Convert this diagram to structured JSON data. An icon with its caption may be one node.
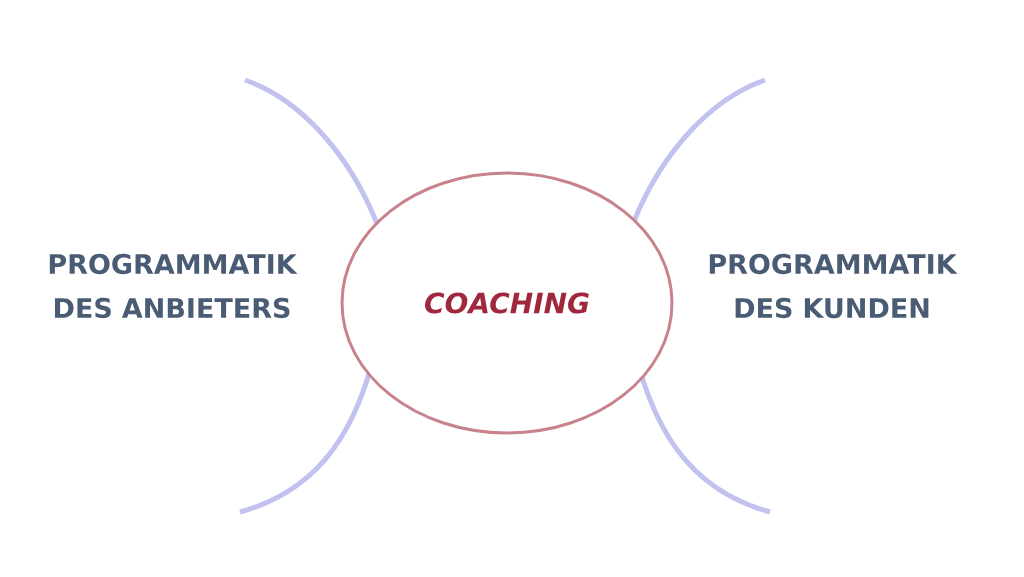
{
  "diagram": {
    "nodes": [
      {
        "text": [
          "COACHING"
        ]
      }
    ],
    "labels": [
      "PROGRAMMATIK DES ANBIETERS",
      "PROGRAMMATIK DES KUNDEN"
    ]
  }
}
